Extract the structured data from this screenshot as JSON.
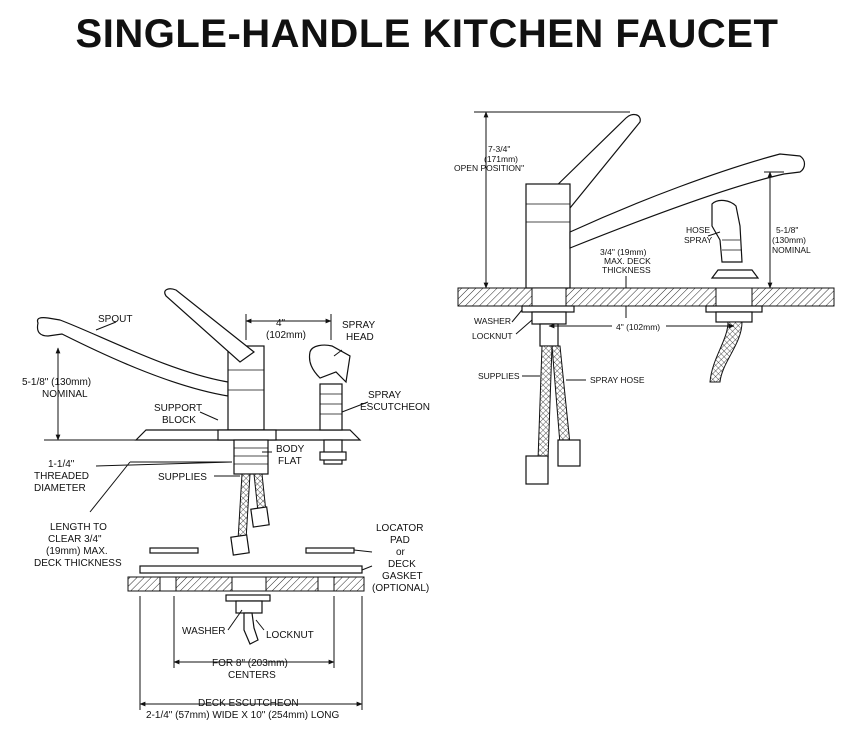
{
  "title": "SINGLE-HANDLE KITCHEN FAUCET",
  "left_view": {
    "spout": "SPOUT",
    "height_1": "5-1/8\" (130mm)",
    "height_2": "NOMINAL",
    "spacing_1": "4\"",
    "spacing_2": "(102mm)",
    "spray_head_1": "SPRAY",
    "spray_head_2": "HEAD",
    "spray_escutcheon_1": "SPRAY",
    "spray_escutcheon_2": "ESCUTCHEON",
    "support_block_1": "SUPPORT",
    "support_block_2": "BLOCK",
    "body_flat_1": "BODY",
    "body_flat_2": "FLAT",
    "threaded_1": "1-1/4\"",
    "threaded_2": "THREADED",
    "threaded_3": "DIAMETER",
    "supplies": "SUPPLIES",
    "length_1": "LENGTH TO",
    "length_2": "CLEAR 3/4\"",
    "length_3": "(19mm) MAX.",
    "length_4": "DECK THICKNESS",
    "locator_1": "LOCATOR",
    "locator_2": "PAD",
    "locator_3": "or",
    "locator_4": "DECK",
    "locator_5": "GASKET",
    "locator_6": "(OPTIONAL)",
    "washer": "WASHER",
    "locknut": "LOCKNUT",
    "centers_1": "FOR  8\" (203mm)",
    "centers_2": "CENTERS",
    "deck_esc_1": "DECK ESCUTCHEON",
    "deck_esc_2": "2-1/4\" (57mm) WIDE X 10\" (254mm) LONG"
  },
  "right_view": {
    "open_1": "7-3/4\"",
    "open_2": "(171mm)",
    "open_3": "OPEN POSITION\"",
    "hose_spray_1": "HOSE",
    "hose_spray_2": "SPRAY",
    "nominal_1": "5-1/8\"",
    "nominal_2": "(130mm)",
    "nominal_3": "NOMINAL",
    "deck_1": "3/4\" (19mm)",
    "deck_2": "MAX. DECK",
    "deck_3": "THICKNESS",
    "washer": "WASHER",
    "locknut": "LOCKNUT",
    "spacing": "4\" (102mm)",
    "supplies": "SUPPLIES",
    "spray_hose": "SPRAY HOSE"
  }
}
